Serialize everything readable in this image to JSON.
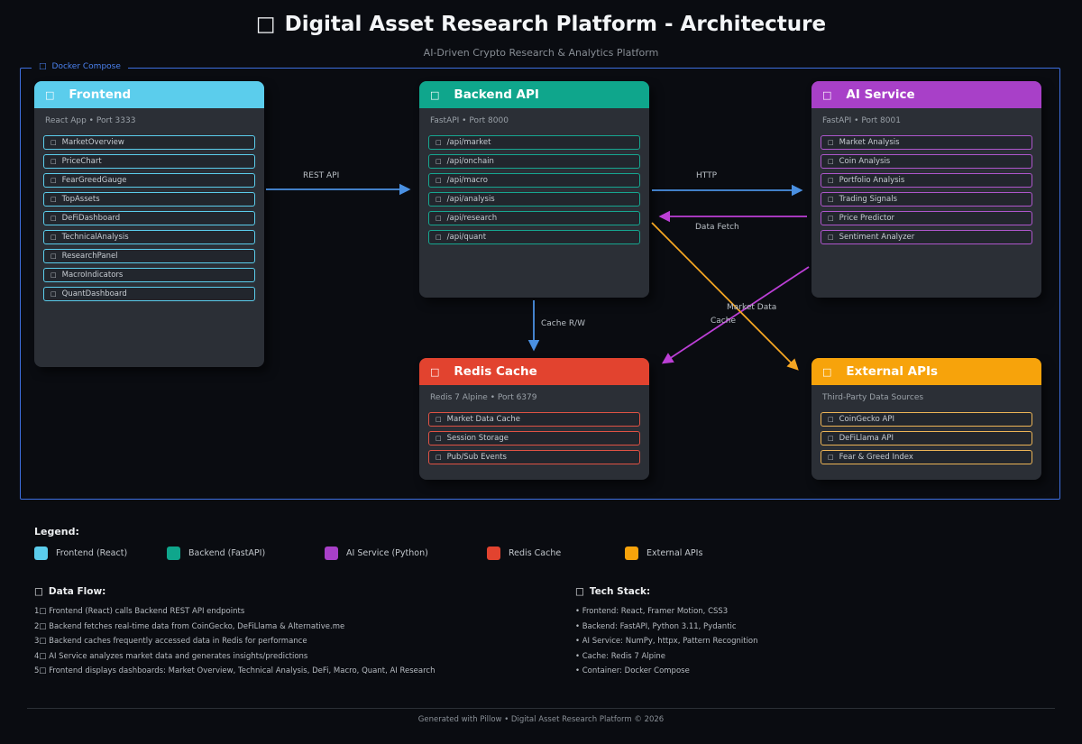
{
  "icons": {
    "box": "□",
    "item_box": "□"
  },
  "page": {
    "title": "Digital Asset Research Platform - Architecture",
    "subtitle": "AI-Driven Crypto Research & Analytics Platform",
    "footer": "Generated with Pillow • Digital Asset Research Platform © 2026"
  },
  "boundary": {
    "label": "Docker Compose",
    "color": "#3e6fe0"
  },
  "services": {
    "frontend": {
      "name": "Frontend",
      "subtitle": "React App • Port 3333",
      "color": "#5bcdec",
      "items": [
        "MarketOverview",
        "PriceChart",
        "FearGreedGauge",
        "TopAssets",
        "DeFiDashboard",
        "TechnicalAnalysis",
        "ResearchPanel",
        "MacroIndicators",
        "QuantDashboard"
      ]
    },
    "backend": {
      "name": "Backend API",
      "subtitle": "FastAPI • Port 8000",
      "color": "#0fa68c",
      "items": [
        "/api/market",
        "/api/onchain",
        "/api/macro",
        "/api/analysis",
        "/api/research",
        "/api/quant"
      ]
    },
    "ai": {
      "name": "AI Service",
      "subtitle": "FastAPI • Port 8001",
      "color": "#a840c8",
      "items": [
        "Market Analysis",
        "Coin Analysis",
        "Portfolio Analysis",
        "Trading Signals",
        "Price Predictor",
        "Sentiment Analyzer"
      ]
    },
    "redis": {
      "name": "Redis Cache",
      "subtitle": "Redis 7 Alpine • Port 6379",
      "color": "#e2432f",
      "items": [
        "Market Data Cache",
        "Session Storage",
        "Pub/Sub Events"
      ]
    },
    "external": {
      "name": "External APIs",
      "subtitle": "Third-Party Data Sources",
      "color": "#f7a30b",
      "items": [
        "CoinGecko API",
        "DeFiLlama API",
        "Fear & Greed Index"
      ]
    }
  },
  "arrows": [
    {
      "label": "REST API",
      "color": "#4a90e2"
    },
    {
      "label": "HTTP",
      "color": "#4a90e2"
    },
    {
      "label": "Data Fetch",
      "color": "#bc3fd6"
    },
    {
      "label": "Cache R/W",
      "color": "#4a90e2"
    },
    {
      "label": "Cache",
      "color": "#bc3fd6"
    },
    {
      "label": "Market Data",
      "color": "#f5a623"
    }
  ],
  "legend": {
    "title": "Legend:",
    "items": [
      {
        "label": "Frontend (React)",
        "color": "#5bcdec"
      },
      {
        "label": "Backend (FastAPI)",
        "color": "#0fa68c"
      },
      {
        "label": "AI Service (Python)",
        "color": "#a840c8"
      },
      {
        "label": "Redis Cache",
        "color": "#e2432f"
      },
      {
        "label": "External APIs",
        "color": "#f7a30b"
      }
    ]
  },
  "data_flow": {
    "title": "Data Flow:",
    "steps": [
      "1□  Frontend (React) calls Backend REST API endpoints",
      "2□  Backend fetches real-time data from CoinGecko, DeFiLlama & Alternative.me",
      "3□  Backend caches frequently accessed data in Redis for performance",
      "4□  AI Service analyzes market data and generates insights/predictions",
      "5□  Frontend displays dashboards: Market Overview, Technical Analysis, DeFi, Macro, Quant, AI Research"
    ]
  },
  "tech_stack": {
    "title": "Tech Stack:",
    "items": [
      "• Frontend: React, Framer Motion, CSS3",
      "• Backend: FastAPI, Python 3.11, Pydantic",
      "• AI Service: NumPy, httpx, Pattern Recognition",
      "• Cache: Redis 7 Alpine",
      "• Container: Docker Compose"
    ]
  }
}
